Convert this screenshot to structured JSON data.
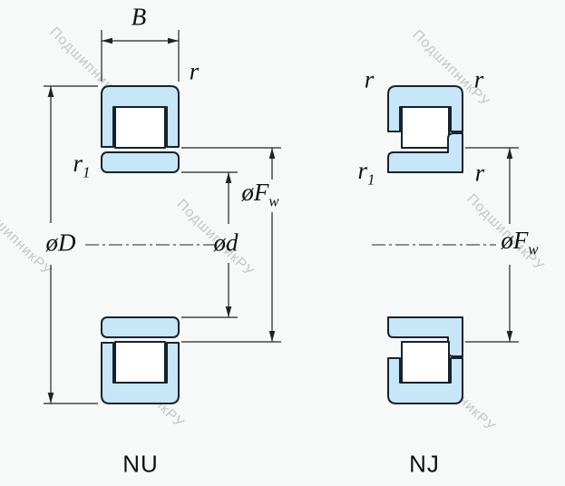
{
  "background_color": "#f7f8f8",
  "colors": {
    "ring_fill": "#c7e6f8",
    "outline": "#16222c",
    "dimension_line": "#222222",
    "watermark": "#c6c6c6",
    "label_text": "#111111"
  },
  "watermark_text": "ПодшипникРУ",
  "views": {
    "nu": {
      "caption": "NU",
      "labels": {
        "width": "B",
        "outer_corner_radius": "r",
        "inner_corner_radius_base": "r",
        "inner_corner_radius_sub": "1",
        "outer_diameter": "øD",
        "bore_diameter": "ød",
        "raceway_diameter_base": "øF",
        "raceway_diameter_sub": "w"
      }
    },
    "nj": {
      "caption": "NJ",
      "labels": {
        "outer_corner_radius_left": "r",
        "outer_corner_radius_right": "r",
        "inner_corner_radius_base": "r",
        "inner_corner_radius_sub": "1",
        "flange_corner_radius": "r",
        "raceway_diameter_base": "øF",
        "raceway_diameter_sub": "w"
      }
    }
  }
}
